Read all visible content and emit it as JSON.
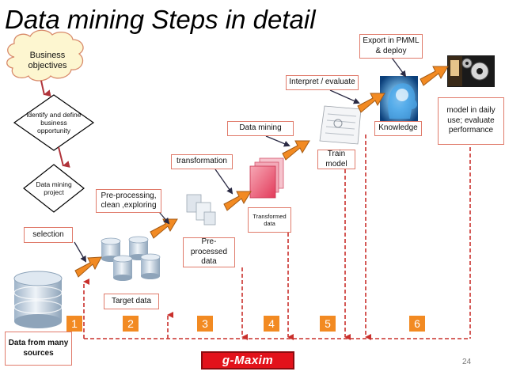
{
  "title": "Data mining Steps  in detail",
  "cloud": {
    "label": "Business objectives"
  },
  "diamonds": [
    {
      "label": "identify and define business opportunity"
    },
    {
      "label": "Data mining project"
    }
  ],
  "labels": {
    "selection": "selection",
    "preprocessing": "Pre-processing, clean ,exploring",
    "transformation": "transformation",
    "data_mining": "Data mining",
    "interpret": "Interpret / evaluate",
    "export": "Export in PMML & deploy",
    "target_data": "Target data",
    "preprocessed_data": "Pre-processed data",
    "transformed_data": "Transformed data",
    "train_model": "Train model",
    "knowledge": "Knowledge",
    "model_daily": "model in daily use; evaluate performance",
    "data_sources": "Data from many sources"
  },
  "steps": [
    "1",
    "2",
    "3",
    "4",
    "5",
    "6"
  ],
  "logo_text": "g-Maxim",
  "page_number": "24",
  "colors": {
    "arrow_fill": "#f28a22",
    "arrow_stroke": "#a45a14",
    "label_border": "#e07b6b",
    "feedback_line": "#c9302c",
    "cloud_fill": "#fdf6d0",
    "cloud_stroke": "#d88a6a",
    "diamond_stroke": "#000000",
    "logo": "#e3121b"
  },
  "icons": [
    "database-icon",
    "database-stack-icon",
    "documents-icon",
    "red-documents-icon",
    "printout-icon",
    "brain-icon",
    "gears-icon"
  ]
}
